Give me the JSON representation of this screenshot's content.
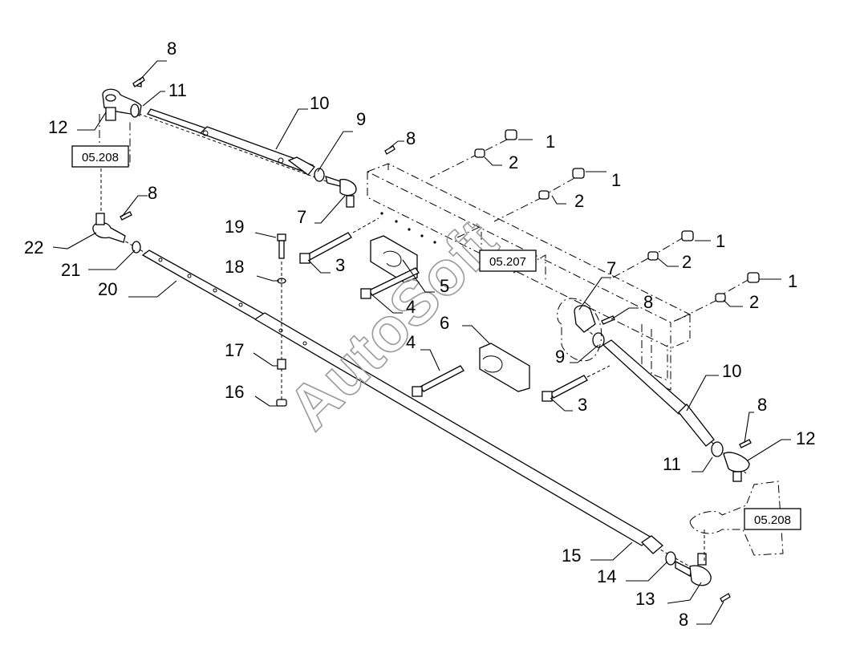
{
  "watermark": "AutoSoft",
  "references": {
    "ref_205_top": "05.208",
    "ref_207": "05.207",
    "ref_208_bottom": "05.208"
  },
  "callouts": {
    "c8a": "8",
    "c11a": "11",
    "c12a": "12",
    "c10a": "10",
    "c9a": "9",
    "c8b": "8",
    "c1a": "1",
    "c2a": "2",
    "c1b": "1",
    "c2b": "2",
    "c7a": "7",
    "c8c": "8",
    "c19": "19",
    "c22": "22",
    "c21": "21",
    "c20": "20",
    "c3a": "3",
    "c18": "18",
    "c1c": "1",
    "c2c": "2",
    "c7b": "7",
    "c1d": "1",
    "c2d": "2",
    "c5": "5",
    "c4a": "4",
    "c8d": "8",
    "c6": "6",
    "c17": "17",
    "c4b": "4",
    "c9b": "9",
    "c16": "16",
    "c3b": "3",
    "c10b": "10",
    "c8e": "8",
    "c12b": "12",
    "c11b": "11",
    "c15": "15",
    "c14": "14",
    "c13": "13",
    "c8f": "8"
  }
}
